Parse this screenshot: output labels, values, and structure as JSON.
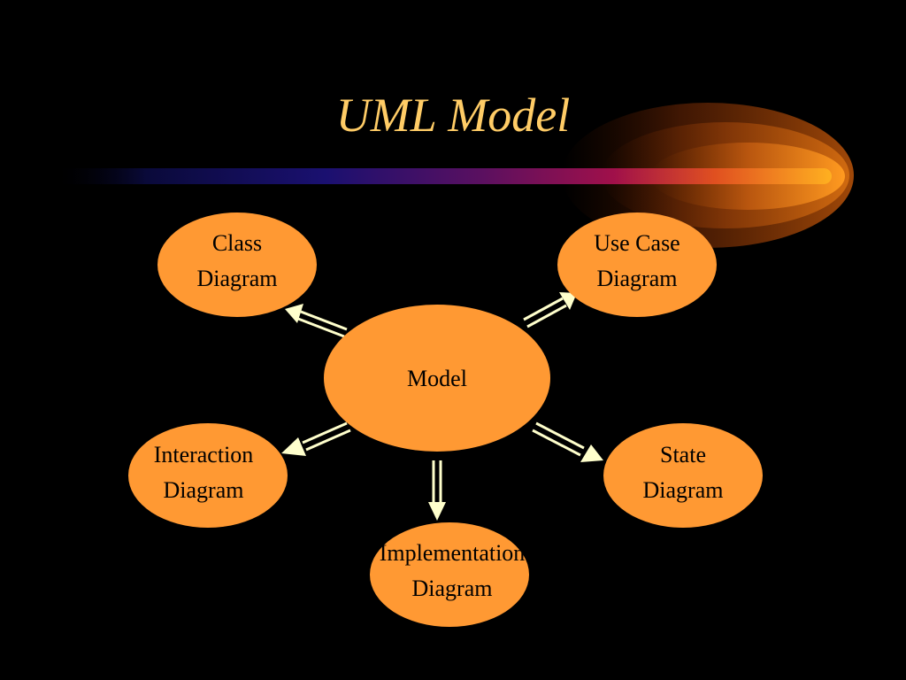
{
  "title": "UML Model",
  "colors": {
    "background": "#000000",
    "title": "#FFCC66",
    "node_fill": "#FF9933",
    "arrow": "#FFFFCC"
  },
  "nodes": {
    "model": {
      "line1": "Model"
    },
    "class_diagram": {
      "line1": "Class",
      "line2": "Diagram"
    },
    "use_case_diagram": {
      "line1": "Use Case",
      "line2": "Diagram"
    },
    "interaction_diagram": {
      "line1": "Interaction",
      "line2": "Diagram"
    },
    "state_diagram": {
      "line1": "State",
      "line2": "Diagram"
    },
    "implementation_diagram": {
      "line1": "Implementation",
      "line2": "Diagram"
    }
  },
  "edges": [
    {
      "from": "model",
      "to": "class_diagram"
    },
    {
      "from": "model",
      "to": "use_case_diagram"
    },
    {
      "from": "model",
      "to": "interaction_diagram"
    },
    {
      "from": "model",
      "to": "state_diagram"
    },
    {
      "from": "model",
      "to": "implementation_diagram"
    }
  ]
}
